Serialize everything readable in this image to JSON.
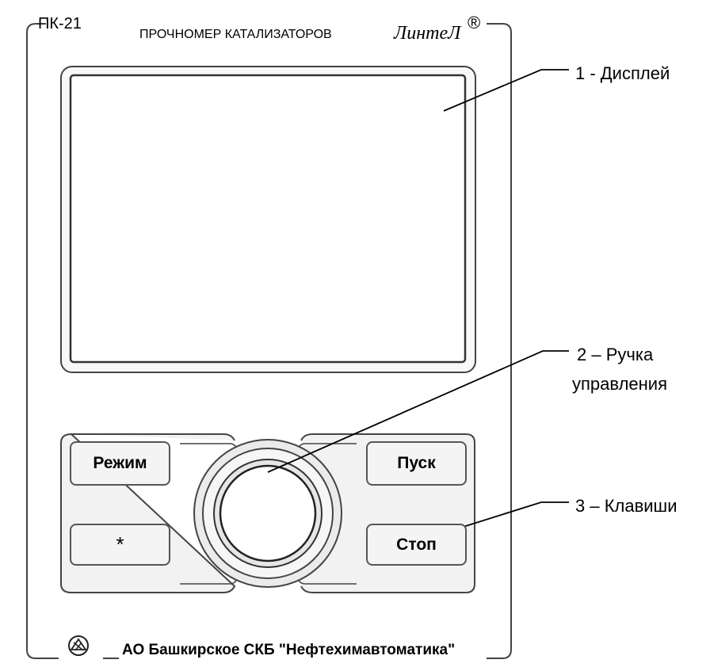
{
  "panel": {
    "model": "ПК-21",
    "title": "ПРОЧНОМЕР КАТАЛИЗАТОРОВ",
    "brand": "ЛинтеЛ",
    "registered_mark": "®",
    "manufacturer": "АО Башкирское СКБ \"Нефтехимавтоматика\""
  },
  "buttons": {
    "mode": "Режим",
    "star": "*",
    "start": "Пуск",
    "stop": "Стоп"
  },
  "callouts": {
    "display": "1 - Дисплей",
    "knob_line1": "2 – Ручка",
    "knob_line2": "управления",
    "keys": "3 – Клавиши"
  }
}
